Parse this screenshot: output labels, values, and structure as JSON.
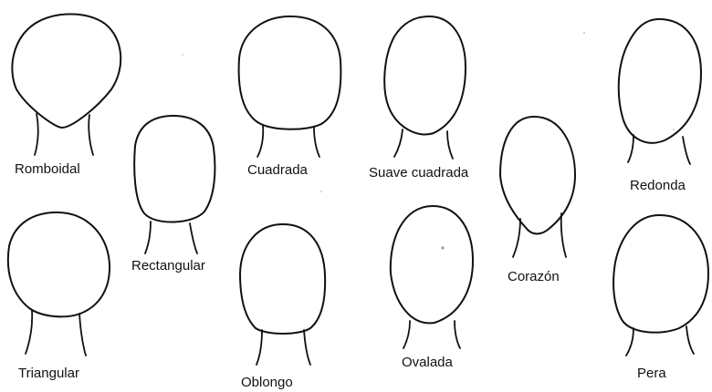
{
  "labels": {
    "romboidal": "Romboidal",
    "rectangular": "Rectangular",
    "cuadrada": "Cuadrada",
    "suave_cuadrada": "Suave cuadrada",
    "redonda": "Redonda",
    "triangular": "Triangular",
    "oblongo": "Oblongo",
    "ovalada": "Ovalada",
    "corazon": "Corazón",
    "pera": "Pera"
  },
  "colors": {
    "line": "#111111",
    "background": "#ffffff"
  }
}
